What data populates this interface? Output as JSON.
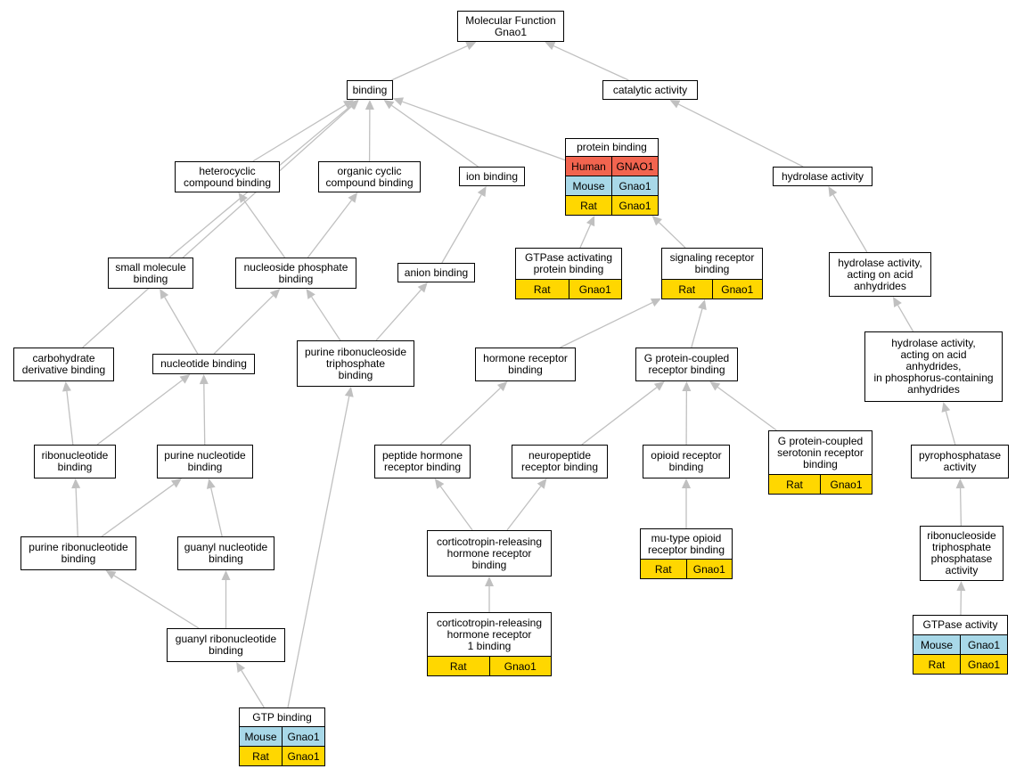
{
  "colors": {
    "edge": "#c0c0c0",
    "border": "#000000",
    "species": {
      "Human": "#f2644f",
      "Mouse": "#a8d8e8",
      "Rat": "#ffd700"
    }
  },
  "nodes": [
    {
      "id": "mf",
      "label": "Molecular Function\nGnao1",
      "rows": []
    },
    {
      "id": "binding",
      "label": "binding",
      "rows": []
    },
    {
      "id": "catalytic",
      "label": "catalytic activity",
      "rows": []
    },
    {
      "id": "protein_binding",
      "label": "protein binding",
      "rows": [
        {
          "species": "Human",
          "gene": "GNAO1"
        },
        {
          "species": "Mouse",
          "gene": "Gnao1"
        },
        {
          "species": "Rat",
          "gene": "Gnao1"
        }
      ]
    },
    {
      "id": "heterocyclic",
      "label": "heterocyclic\ncompound binding",
      "rows": []
    },
    {
      "id": "organic_cyclic",
      "label": "organic cyclic\ncompound binding",
      "rows": []
    },
    {
      "id": "ion_binding",
      "label": "ion binding",
      "rows": []
    },
    {
      "id": "hydrolase",
      "label": "hydrolase activity",
      "rows": []
    },
    {
      "id": "gtpase_act",
      "label": "GTPase activating\nprotein binding",
      "rows": [
        {
          "species": "Rat",
          "gene": "Gnao1"
        }
      ]
    },
    {
      "id": "signaling_receptor",
      "label": "signaling receptor\nbinding",
      "rows": [
        {
          "species": "Rat",
          "gene": "Gnao1"
        }
      ]
    },
    {
      "id": "small_molecule",
      "label": "small molecule\nbinding",
      "rows": []
    },
    {
      "id": "nucleoside_phosphate",
      "label": "nucleoside phosphate\nbinding",
      "rows": []
    },
    {
      "id": "anion",
      "label": "anion binding",
      "rows": []
    },
    {
      "id": "hydrolase_anhydrides",
      "label": "hydrolase activity,\nacting on acid\nanhydrides",
      "rows": []
    },
    {
      "id": "carbohydrate",
      "label": "carbohydrate\nderivative binding",
      "rows": []
    },
    {
      "id": "nucleotide",
      "label": "nucleotide binding",
      "rows": []
    },
    {
      "id": "purine_ribonucleoside_tp",
      "label": "purine ribonucleoside\ntriphosphate\nbinding",
      "rows": []
    },
    {
      "id": "hormone_receptor",
      "label": "hormone receptor\nbinding",
      "rows": []
    },
    {
      "id": "gpcr_binding",
      "label": "G protein-coupled\nreceptor binding",
      "rows": []
    },
    {
      "id": "hydrolase_phosphorus",
      "label": "hydrolase activity,\nacting on acid\nanhydrides,\nin phosphorus-containing\nanhydrides",
      "rows": []
    },
    {
      "id": "ribonucleotide",
      "label": "ribonucleotide\nbinding",
      "rows": []
    },
    {
      "id": "purine_nucleotide",
      "label": "purine nucleotide\nbinding",
      "rows": []
    },
    {
      "id": "peptide_hormone",
      "label": "peptide hormone\nreceptor binding",
      "rows": []
    },
    {
      "id": "neuropeptide",
      "label": "neuropeptide\nreceptor binding",
      "rows": []
    },
    {
      "id": "opioid",
      "label": "opioid receptor\nbinding",
      "rows": []
    },
    {
      "id": "serotonin",
      "label": "G protein-coupled\nserotonin receptor\nbinding",
      "rows": [
        {
          "species": "Rat",
          "gene": "Gnao1"
        }
      ]
    },
    {
      "id": "pyrophosphatase",
      "label": "pyrophosphatase\nactivity",
      "rows": []
    },
    {
      "id": "purine_ribonucleotide",
      "label": "purine ribonucleotide\nbinding",
      "rows": []
    },
    {
      "id": "guanyl_nucleotide",
      "label": "guanyl nucleotide\nbinding",
      "rows": []
    },
    {
      "id": "crh_receptor",
      "label": "corticotropin-releasing\nhormone receptor\nbinding",
      "rows": []
    },
    {
      "id": "mu_opioid",
      "label": "mu-type opioid\nreceptor binding",
      "rows": [
        {
          "species": "Rat",
          "gene": "Gnao1"
        }
      ]
    },
    {
      "id": "ribonucleoside_tp_phosphatase",
      "label": "ribonucleoside\ntriphosphate\nphosphatase\nactivity",
      "rows": []
    },
    {
      "id": "guanyl_ribonucleotide",
      "label": "guanyl ribonucleotide\nbinding",
      "rows": []
    },
    {
      "id": "crh_receptor1",
      "label": "corticotropin-releasing\nhormone receptor\n1 binding",
      "rows": [
        {
          "species": "Rat",
          "gene": "Gnao1"
        }
      ]
    },
    {
      "id": "gtpase_activity",
      "label": "GTPase activity",
      "rows": [
        {
          "species": "Mouse",
          "gene": "Gnao1"
        },
        {
          "species": "Rat",
          "gene": "Gnao1"
        }
      ]
    },
    {
      "id": "gtp_binding",
      "label": "GTP binding",
      "rows": [
        {
          "species": "Mouse",
          "gene": "Gnao1"
        },
        {
          "species": "Rat",
          "gene": "Gnao1"
        }
      ]
    }
  ],
  "edges": [
    {
      "from": "binding",
      "to": "mf"
    },
    {
      "from": "catalytic",
      "to": "mf"
    },
    {
      "from": "protein_binding",
      "to": "binding"
    },
    {
      "from": "heterocyclic",
      "to": "binding"
    },
    {
      "from": "organic_cyclic",
      "to": "binding"
    },
    {
      "from": "ion_binding",
      "to": "binding"
    },
    {
      "from": "small_molecule",
      "to": "binding"
    },
    {
      "from": "carbohydrate",
      "to": "binding"
    },
    {
      "from": "hydrolase",
      "to": "catalytic"
    },
    {
      "from": "gtpase_act",
      "to": "protein_binding"
    },
    {
      "from": "signaling_receptor",
      "to": "protein_binding"
    },
    {
      "from": "nucleoside_phosphate",
      "to": "heterocyclic"
    },
    {
      "from": "nucleoside_phosphate",
      "to": "organic_cyclic"
    },
    {
      "from": "anion",
      "to": "ion_binding"
    },
    {
      "from": "hydrolase_anhydrides",
      "to": "hydrolase"
    },
    {
      "from": "nucleotide",
      "to": "small_molecule"
    },
    {
      "from": "nucleotide",
      "to": "nucleoside_phosphate"
    },
    {
      "from": "purine_ribonucleoside_tp",
      "to": "nucleoside_phosphate"
    },
    {
      "from": "purine_ribonucleoside_tp",
      "to": "anion"
    },
    {
      "from": "hormone_receptor",
      "to": "signaling_receptor"
    },
    {
      "from": "gpcr_binding",
      "to": "signaling_receptor"
    },
    {
      "from": "hydrolase_phosphorus",
      "to": "hydrolase_anhydrides"
    },
    {
      "from": "ribonucleotide",
      "to": "carbohydrate"
    },
    {
      "from": "ribonucleotide",
      "to": "nucleotide"
    },
    {
      "from": "purine_nucleotide",
      "to": "nucleotide"
    },
    {
      "from": "peptide_hormone",
      "to": "hormone_receptor"
    },
    {
      "from": "neuropeptide",
      "to": "gpcr_binding"
    },
    {
      "from": "opioid",
      "to": "gpcr_binding"
    },
    {
      "from": "serotonin",
      "to": "gpcr_binding"
    },
    {
      "from": "pyrophosphatase",
      "to": "hydrolase_phosphorus"
    },
    {
      "from": "purine_ribonucleotide",
      "to": "ribonucleotide"
    },
    {
      "from": "purine_ribonucleotide",
      "to": "purine_nucleotide"
    },
    {
      "from": "guanyl_nucleotide",
      "to": "purine_nucleotide"
    },
    {
      "from": "crh_receptor",
      "to": "peptide_hormone"
    },
    {
      "from": "crh_receptor",
      "to": "neuropeptide"
    },
    {
      "from": "mu_opioid",
      "to": "opioid"
    },
    {
      "from": "ribonucleoside_tp_phosphatase",
      "to": "pyrophosphatase"
    },
    {
      "from": "guanyl_ribonucleotide",
      "to": "purine_ribonucleotide"
    },
    {
      "from": "guanyl_ribonucleotide",
      "to": "guanyl_nucleotide"
    },
    {
      "from": "crh_receptor1",
      "to": "crh_receptor"
    },
    {
      "from": "gtpase_activity",
      "to": "ribonucleoside_tp_phosphatase"
    },
    {
      "from": "gtp_binding",
      "to": "guanyl_ribonucleotide"
    },
    {
      "from": "gtp_binding",
      "to": "purine_ribonucleoside_tp"
    }
  ]
}
